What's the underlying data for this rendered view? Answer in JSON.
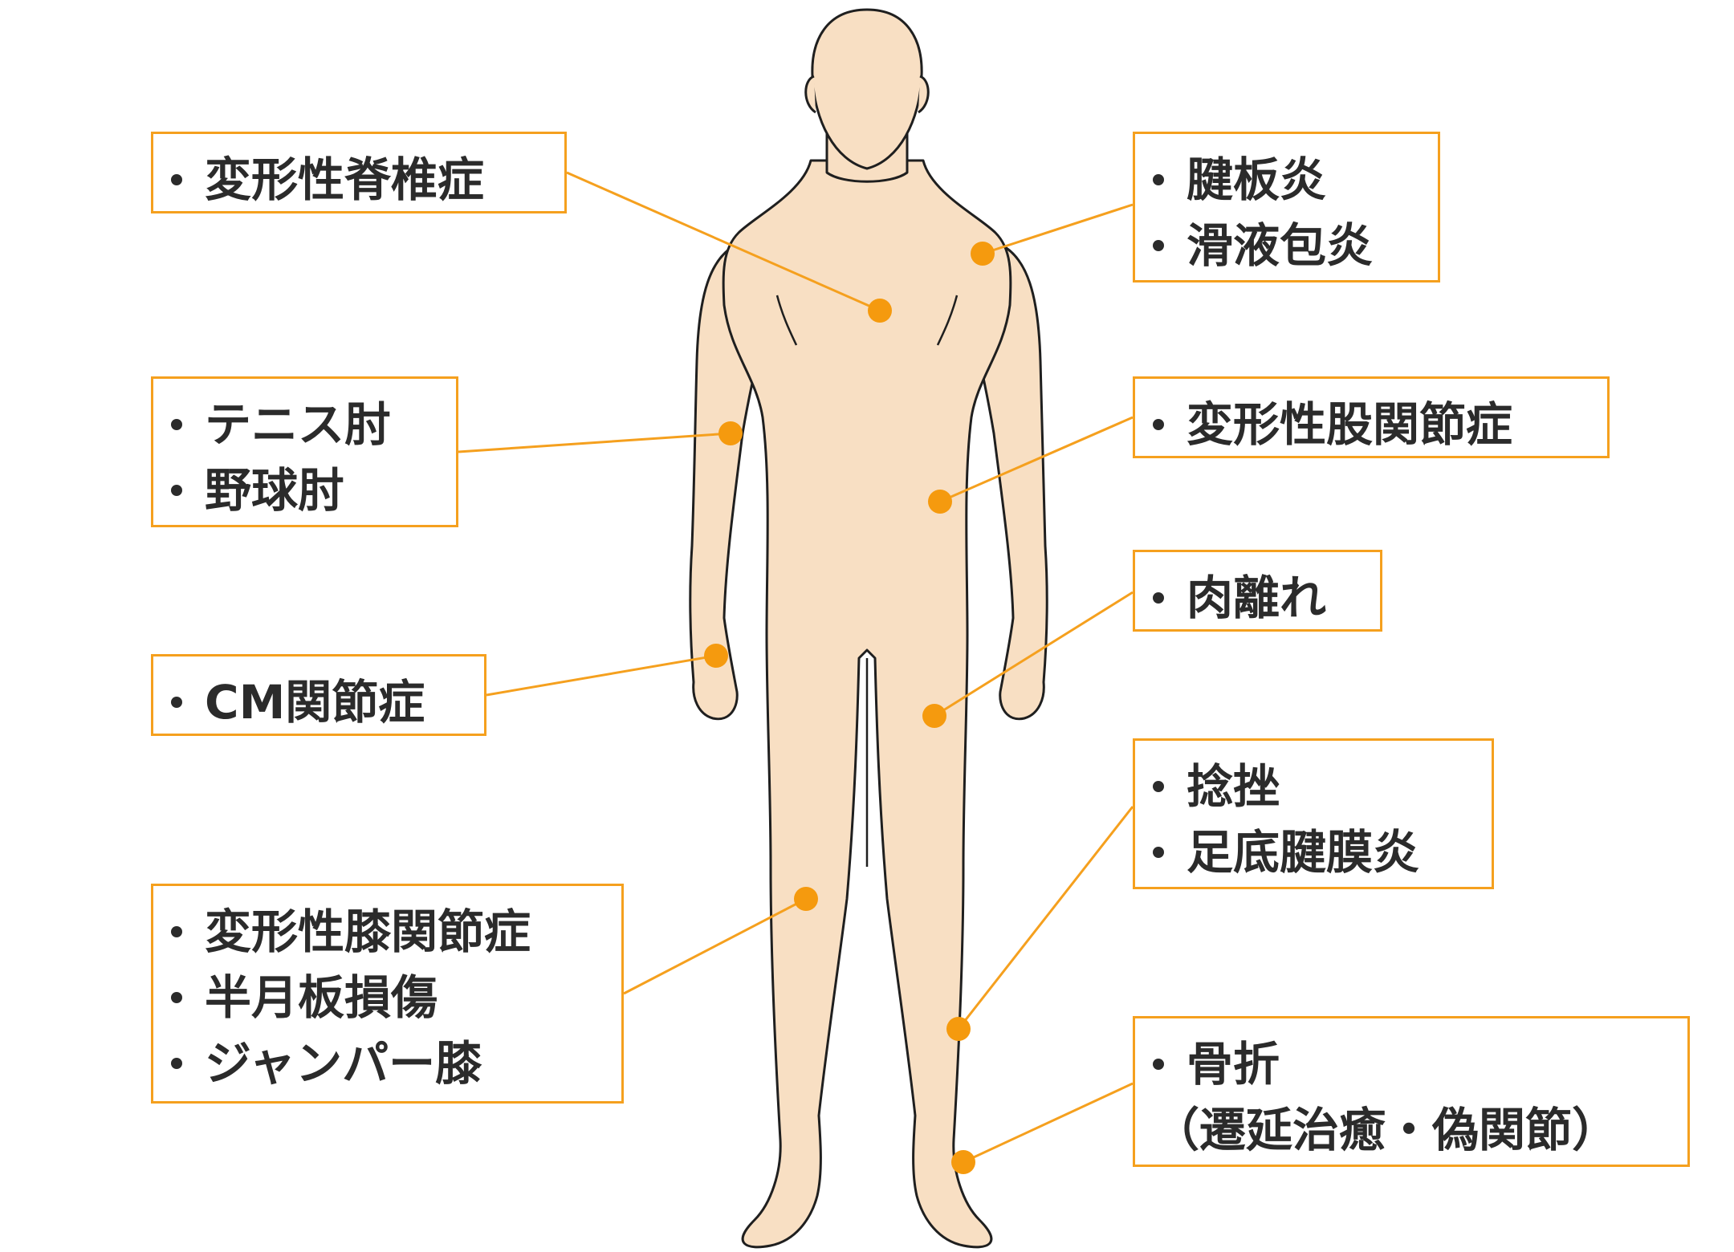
{
  "colors": {
    "accent": "#f5a01e",
    "marker": "#f59a0e",
    "skin": "#f8dfc3",
    "outline": "#1f1f1f",
    "text": "#2b2b2b"
  },
  "labels": [
    {
      "id": "spine",
      "items": [
        "変形性脊椎症"
      ]
    },
    {
      "id": "elbow",
      "items": [
        "テニス肘",
        "野球肘"
      ]
    },
    {
      "id": "thumb",
      "items": [
        "CM関節症"
      ]
    },
    {
      "id": "knee",
      "items": [
        "変形性膝関節症",
        "半月板損傷",
        "ジャンパー膝"
      ]
    },
    {
      "id": "shoulder",
      "items": [
        "腱板炎",
        "滑液包炎"
      ]
    },
    {
      "id": "hip",
      "items": [
        "変形性股関節症"
      ]
    },
    {
      "id": "thigh",
      "items": [
        "肉離れ"
      ]
    },
    {
      "id": "shin",
      "items": [
        "捻挫",
        "足底腱膜炎"
      ]
    },
    {
      "id": "ankle",
      "items": [
        "骨折",
        "（遷延治癒・偽関節）"
      ]
    }
  ]
}
